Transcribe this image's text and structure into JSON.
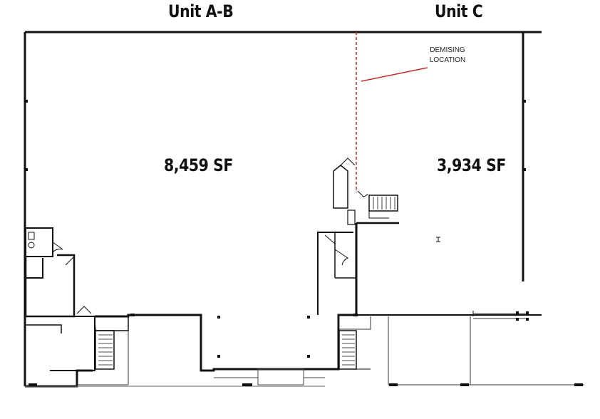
{
  "units": {
    "ab": {
      "label": "Unit A-B",
      "area": "8,459 SF"
    },
    "c": {
      "label": "Unit C",
      "area": "3,934 SF"
    }
  },
  "demising": {
    "line1": "DEMISING",
    "line2": "LOCATION",
    "color": "#c0282d"
  },
  "colors": {
    "wall": "#111111",
    "thin_line": "#333333"
  }
}
